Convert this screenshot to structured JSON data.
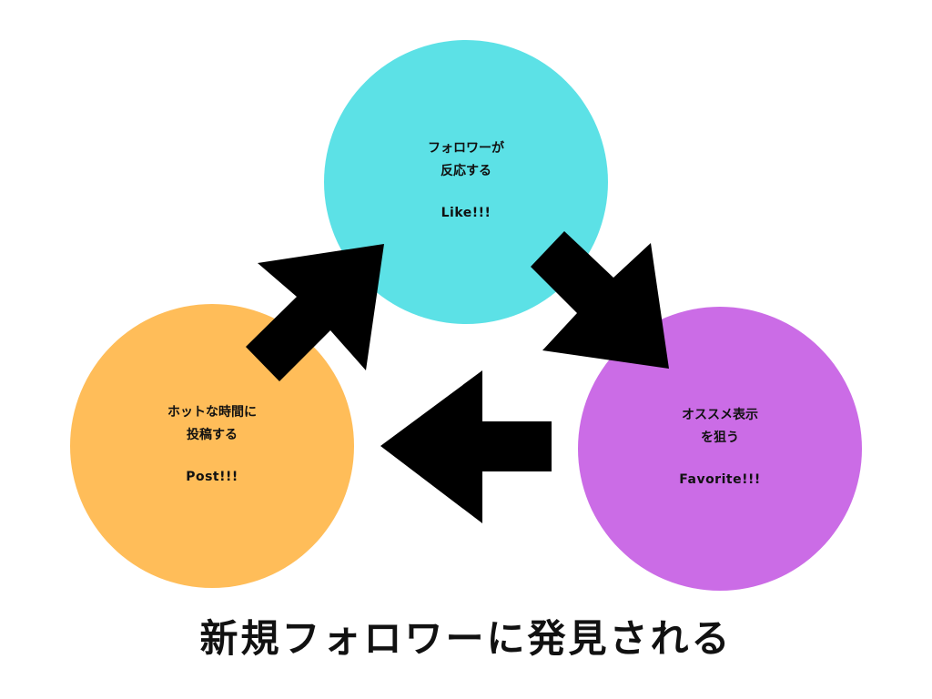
{
  "colors": {
    "like_circle": "#5CE1E6",
    "post_circle": "#FFBD59",
    "favorite_circle": "#CB6CE6",
    "arrow": "#000000",
    "text": "#111111",
    "background": "#FFFFFF"
  },
  "nodes": {
    "like": {
      "lines": [
        "フォロワーが",
        "反応する"
      ],
      "english": "Like!!!"
    },
    "post": {
      "lines": [
        "ホットな時間に",
        "投稿する"
      ],
      "english": "Post!!!"
    },
    "favorite": {
      "lines": [
        "オススメ表示",
        "を狙う"
      ],
      "english": "Favorite!!!"
    }
  },
  "arrows": [
    {
      "from": "post",
      "to": "like",
      "icon": "arrow-up-right-icon"
    },
    {
      "from": "like",
      "to": "favorite",
      "icon": "arrow-down-right-icon"
    },
    {
      "from": "favorite",
      "to": "post",
      "icon": "arrow-left-icon"
    }
  ],
  "caption": "新規フォロワーに発見される"
}
